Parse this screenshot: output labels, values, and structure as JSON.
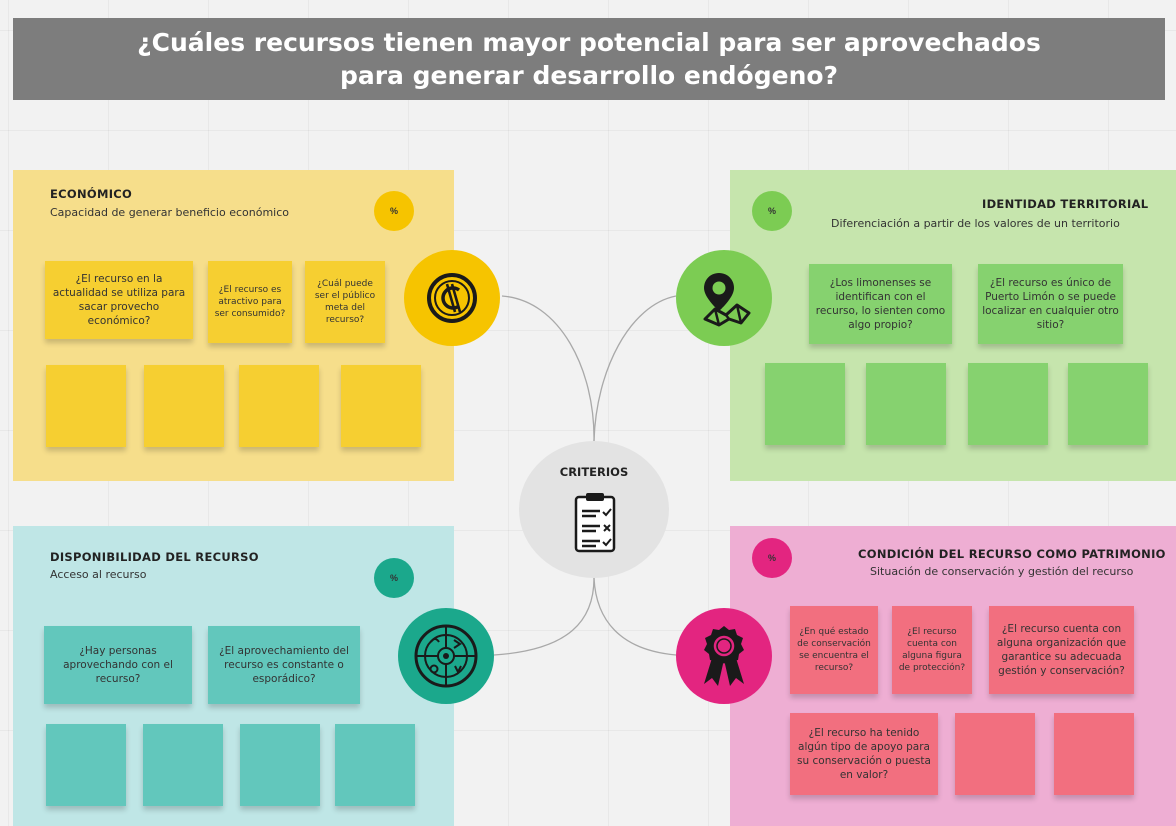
{
  "title": "¿Cuáles recursos tienen mayor potencial para ser aprovechados para generar desarrollo endógeno?",
  "center": {
    "label": "CRITERIOS",
    "icon": "clipboard-checklist-icon"
  },
  "colors": {
    "economico": "#f6de8b",
    "identidad": "#c6e5ad",
    "disponibilidad": "#bfe6e6",
    "condicion": "#eeaed3",
    "note_yellow": "#f6cf31",
    "note_green": "#86d26f",
    "note_teal": "#62c7bc",
    "note_pink": "#f26f7f"
  },
  "quadrants": {
    "economico": {
      "title": "ECONÓMICO",
      "subtitle": "Capacidad de generar beneficio económico",
      "percent": "%",
      "icon": "colon-currency-icon",
      "questions": [
        "¿El recurso en la actualidad se utiliza para sacar provecho económico?",
        "¿El recurso es atractivo para ser consumido?",
        "¿Cuál puede ser el público meta del recurso?"
      ]
    },
    "identidad": {
      "title": "IDENTIDAD TERRITORIAL",
      "subtitle": "Diferenciación a partir de  los valores de un territorio",
      "percent": "%",
      "icon": "map-pin-icon",
      "questions": [
        "¿Los limonenses se identifican con el recurso, lo sienten como algo propio?",
        "¿El recurso es único de Puerto Limón o se puede localizar en cualquier otro sitio?"
      ]
    },
    "disponibilidad": {
      "title": "DISPONIBILIDAD DEL RECURSO",
      "subtitle": "Acceso al recurso",
      "percent": "%",
      "icon": "resource-wheel-icon",
      "questions": [
        "¿Hay personas aprovechando con el recurso?",
        "¿El aprovechamiento del recurso es constante o esporádico?"
      ]
    },
    "condicion": {
      "title": "CONDICIÓN DEL RECURSO COMO PATRIMONIO",
      "subtitle": "Situación de conservación y gestión del recurso",
      "percent": "%",
      "icon": "award-ribbon-icon",
      "questions": [
        "¿En qué estado de conservación se encuentra el recurso?",
        "¿El recurso cuenta con alguna figura de protección?",
        "¿El recurso cuenta con alguna organización que garantice su adecuada gestión y conservación?",
        "¿El recurso ha tenido algún tipo de apoyo para su conservación o puesta en valor?"
      ]
    }
  }
}
